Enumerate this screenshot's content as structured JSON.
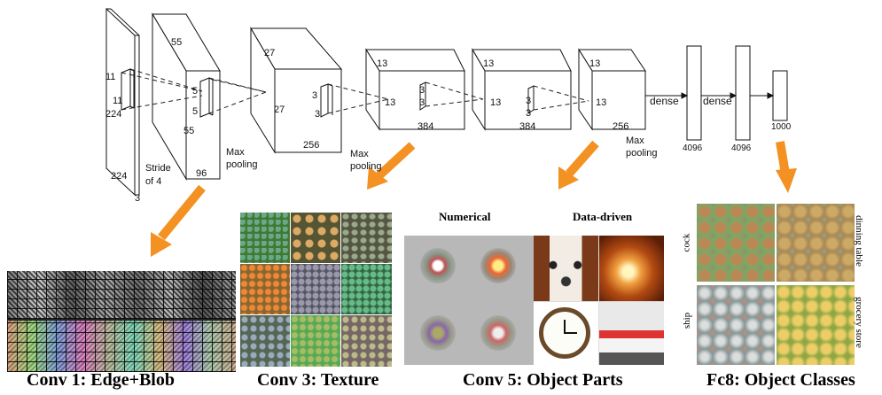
{
  "arrow_color": "#f39122",
  "input_layer": {
    "size_a": "224",
    "size_b": "224",
    "depth": "3",
    "kernel_a": "11",
    "kernel_b": "11"
  },
  "conv1": {
    "size_a": "55",
    "size_b": "55",
    "depth": "96",
    "kernel_a": "5",
    "kernel_b": "5",
    "stride_line1": "Stride",
    "stride_line2": "of 4"
  },
  "pool1": {
    "line1": "Max",
    "line2": "pooling"
  },
  "conv2": {
    "size_a": "27",
    "size_b": "27",
    "depth": "256",
    "kernel_a": "3",
    "kernel_b": "3"
  },
  "pool2": {
    "line1": "Max",
    "line2": "pooling"
  },
  "conv3": {
    "size_a": "13",
    "size_b": "13",
    "depth": "384",
    "kernel_a": "3",
    "kernel_b": "3"
  },
  "conv4": {
    "size_a": "13",
    "size_b": "13",
    "depth": "384",
    "kernel_a": "3",
    "kernel_b": "3"
  },
  "conv5": {
    "size_a": "13",
    "size_b": "13",
    "depth": "256"
  },
  "pool3": {
    "line1": "Max",
    "line2": "pooling"
  },
  "dense": {
    "label1": "dense",
    "label2": "dense",
    "size1": "4096",
    "size2": "4096",
    "size3": "1000"
  },
  "captions": {
    "conv1": "Conv 1: Edge+Blob",
    "conv3": "Conv 3: Texture",
    "conv5": "Conv 5: Object Parts",
    "fc8": "Fc8: Object Classes"
  },
  "conv5_headers": {
    "numerical": "Numerical",
    "data_driven": "Data-driven"
  },
  "fc8_labels": {
    "top_left": "cock",
    "top_right": "dinning table",
    "bottom_left": "ship",
    "bottom_right": "grocery store"
  }
}
